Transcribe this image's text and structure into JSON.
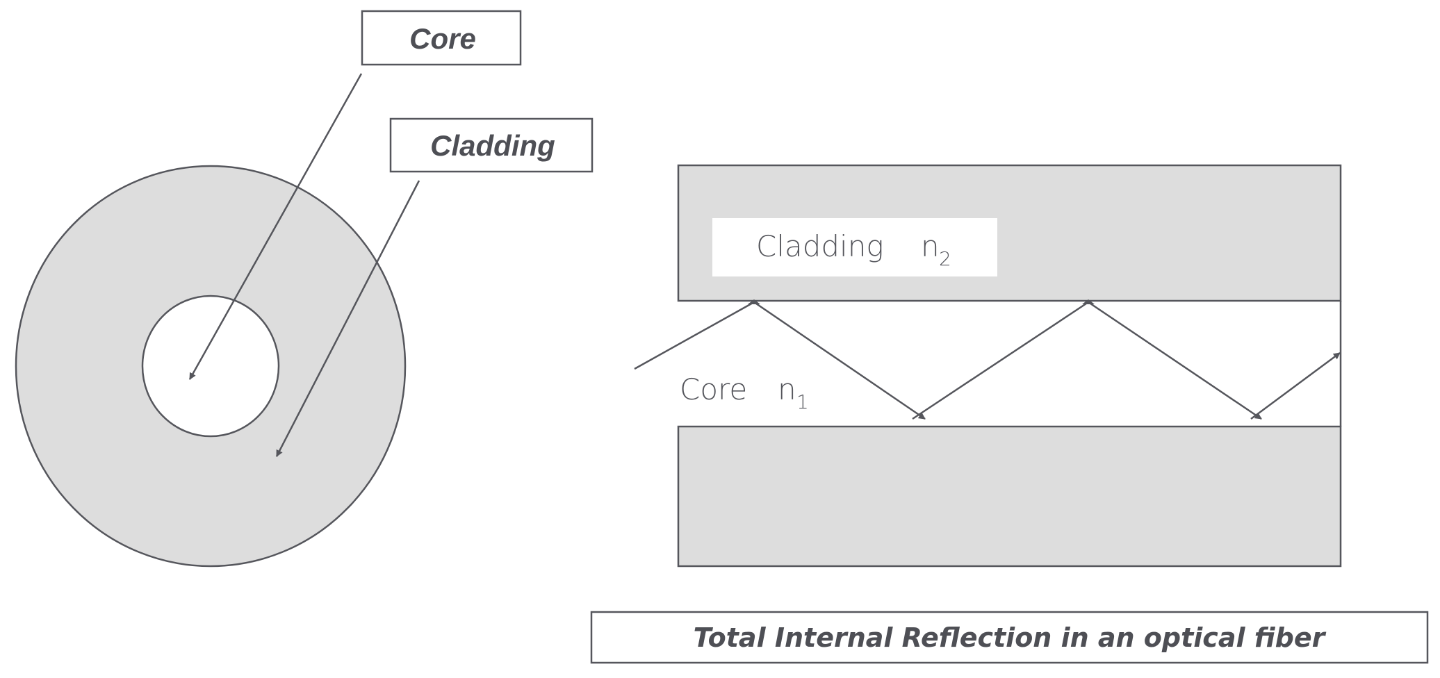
{
  "colors": {
    "stroke": "#55565c",
    "cladding_fill": "#dddddd",
    "core_fill": "#ffffff",
    "text": "#4e4f55"
  },
  "cross_section": {
    "core_label": "Core",
    "cladding_label": "Cladding"
  },
  "fiber": {
    "cladding_label": "Cladding",
    "cladding_index": "n",
    "cladding_index_sub": "2",
    "core_label": "Core",
    "core_index": "n",
    "core_index_sub": "1"
  },
  "caption": "Total Internal Reflection in an optical fiber"
}
